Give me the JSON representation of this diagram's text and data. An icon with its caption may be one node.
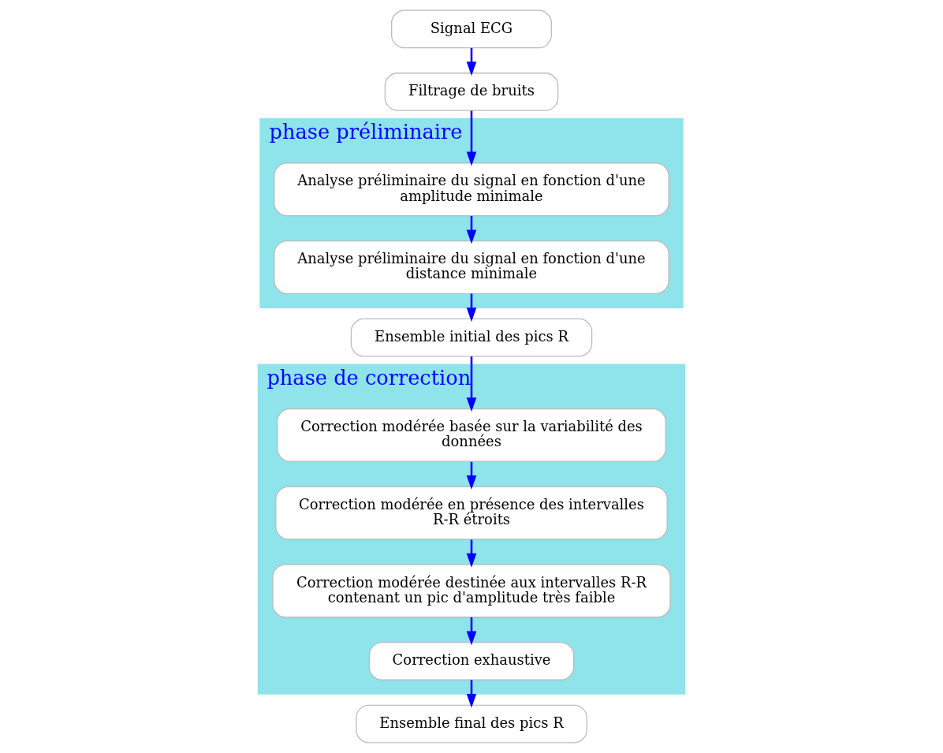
{
  "diagram": {
    "nodes": [
      {
        "text": [
          "Signal ECG"
        ]
      },
      {
        "text": [
          "Filtrage de bruits"
        ]
      },
      {
        "text": [
          "phase préliminaire"
        ]
      },
      {
        "text": [
          "Analyse préliminaire du signal en fonction d'une amplitude minimale"
        ],
        "in": 2
      },
      {
        "text": [
          "Analyse préliminaire du signal en fonction d'une distance minimale"
        ],
        "in": 2
      },
      {
        "text": [
          "Ensemble initial des pics R"
        ]
      },
      {
        "text": [
          "phase de correction"
        ]
      },
      {
        "text": [
          "Correction modérée basée sur la variabilité des données"
        ],
        "in": 6
      },
      {
        "text": [
          "Correction modérée en présence des intervalles R-R étroits"
        ],
        "in": 6
      },
      {
        "text": [
          "Correction modérée destinée aux intervalles R-R contenant un pic d'amplitude très faible"
        ],
        "in": 6
      },
      {
        "text": [
          "Correction exhaustive"
        ],
        "in": 6
      },
      {
        "text": [
          "Ensemble final des pics R"
        ]
      }
    ],
    "edges": [
      {
        "from": 0,
        "to": 1,
        "arrow": "to"
      },
      {
        "from": 1,
        "to": 3,
        "arrow": "to"
      },
      {
        "from": 3,
        "to": 4,
        "arrow": "to"
      },
      {
        "from": 4,
        "to": 5,
        "arrow": "to"
      },
      {
        "from": 5,
        "to": 7,
        "arrow": "to"
      },
      {
        "from": 7,
        "to": 8,
        "arrow": "to"
      },
      {
        "from": 8,
        "to": 9,
        "arrow": "to"
      },
      {
        "from": 9,
        "to": 10,
        "arrow": "to"
      },
      {
        "from": 10,
        "to": 11,
        "arrow": "to"
      }
    ]
  }
}
